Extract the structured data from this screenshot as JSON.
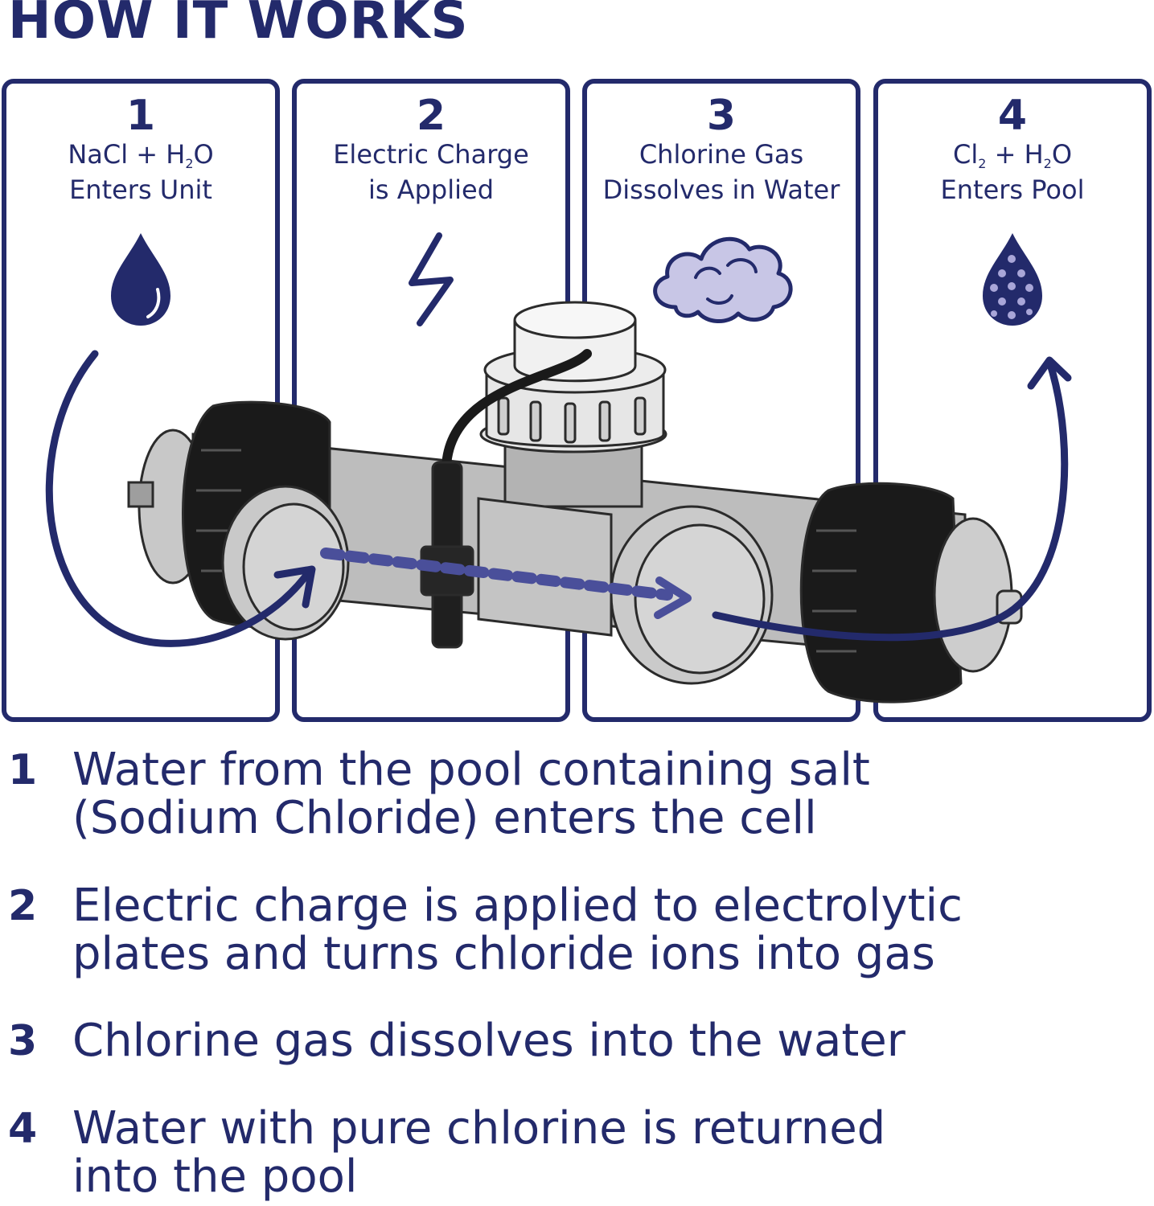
{
  "title": "HOW IT WORKS",
  "colors": {
    "navy": "#232a6b",
    "body_gray": "#bdbdbd",
    "cap_black": "#1a1a1a",
    "cloud": "#c8c6e6"
  },
  "panels": [
    {
      "number": "1",
      "line1_a": "NaCl + H",
      "line1_sub": "2",
      "line1_b": "O",
      "line2": "Enters Unit",
      "icon": "water-drop-icon"
    },
    {
      "number": "2",
      "line1": "Electric Charge",
      "line2": "is Applied",
      "icon": "lightning-bolt-icon"
    },
    {
      "number": "3",
      "line1": "Chlorine Gas",
      "line2": "Dissolves in Water",
      "icon": "gas-cloud-icon"
    },
    {
      "number": "4",
      "line1_a": "Cl",
      "line1_sub": "2",
      "line1_b": " + H",
      "line1_sub2": "2",
      "line1_c": "O",
      "line2": "Enters Pool",
      "icon": "dotted-water-drop-icon"
    }
  ],
  "descriptions": [
    {
      "number": "1",
      "line1": "Water from the pool containing salt",
      "line2": "(Sodium Chloride) enters the cell"
    },
    {
      "number": "2",
      "line1": "Electric charge is applied to electrolytic",
      "line2": "plates and turns chloride ions into gas"
    },
    {
      "number": "3",
      "line1": "Chlorine gas dissolves into the water",
      "line2": ""
    },
    {
      "number": "4",
      "line1": "Water with pure chlorine is returned",
      "line2": "into the pool"
    }
  ]
}
